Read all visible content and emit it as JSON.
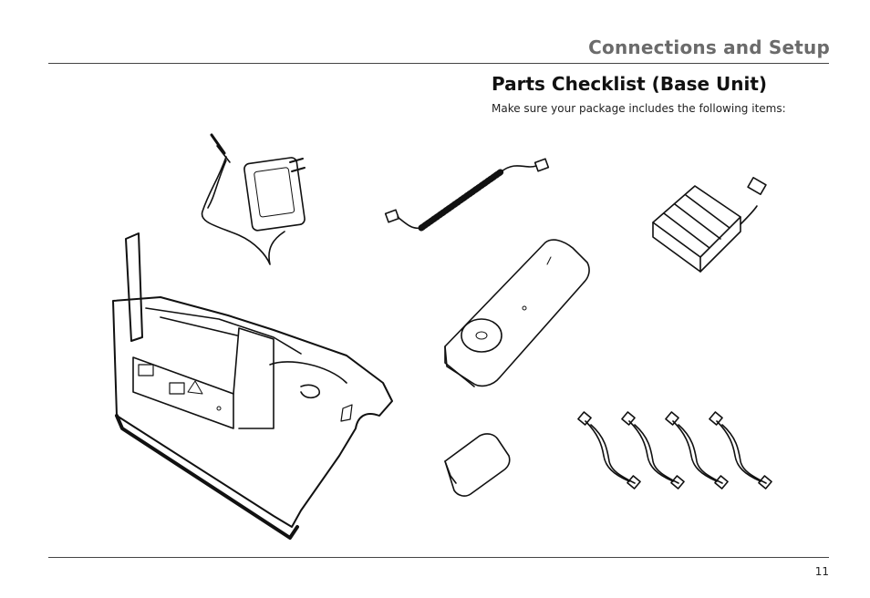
{
  "header": {
    "section_title": "Connections and Setup"
  },
  "main": {
    "heading": "Parts Checklist (Base Unit)",
    "intro": "Make sure your package includes the following items:"
  },
  "footer": {
    "page_number": "11"
  }
}
